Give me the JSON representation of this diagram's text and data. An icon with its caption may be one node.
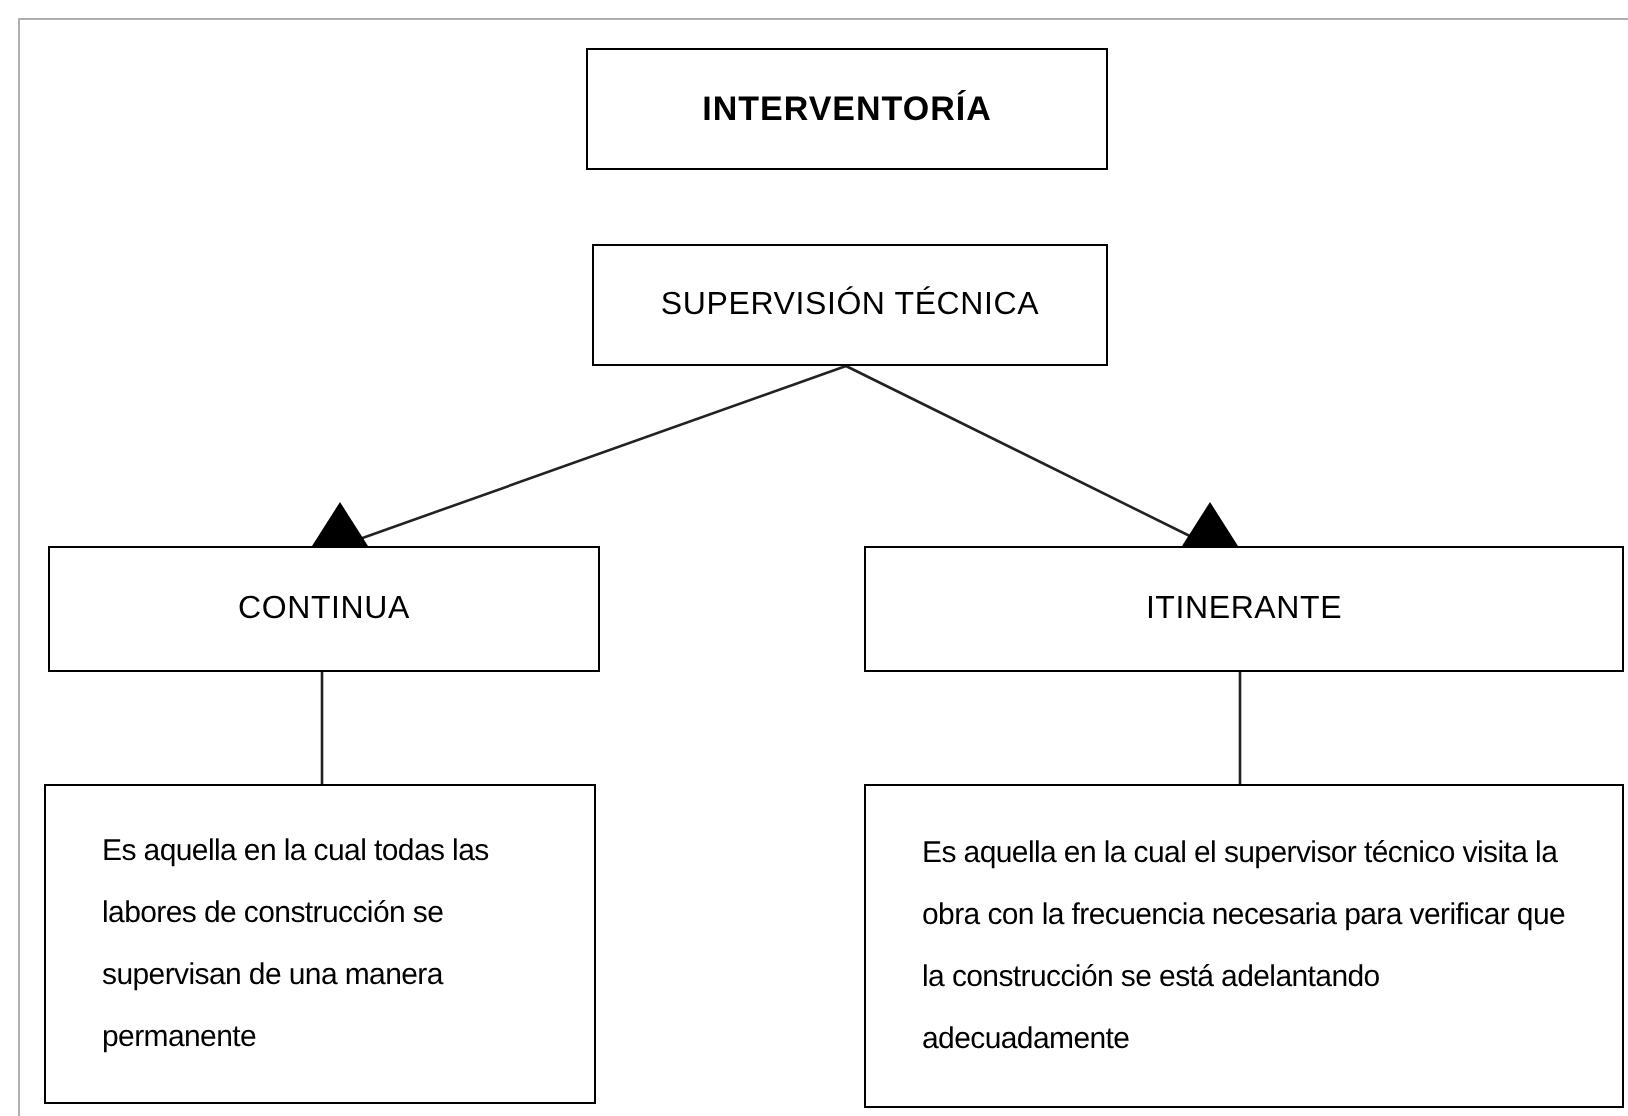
{
  "diagram": {
    "nodes": [
      {
        "text": [
          "INTERVENTORÍA"
        ]
      },
      {
        "text": [
          "SUPERVISIÓN TÉCNICA"
        ]
      },
      {
        "text": [
          "CONTINUA"
        ]
      },
      {
        "text": [
          "ITINERANTE"
        ]
      },
      {
        "text": [
          "Es aquella en la cual todas las labores de construcción se supervisan de una manera permanente"
        ]
      },
      {
        "text": [
          "Es aquella en la cual el supervisor técnico visita la obra con la frecuencia necesaria para verificar que la construcción se está adelantando adecuadamente"
        ]
      }
    ],
    "edges": [
      {
        "from": 1,
        "to": 2,
        "arrow": "to"
      },
      {
        "from": 1,
        "to": 3,
        "arrow": "to"
      },
      {
        "from": 2,
        "to": 4,
        "arrow": "none"
      },
      {
        "from": 3,
        "to": 5,
        "arrow": "none"
      }
    ]
  }
}
